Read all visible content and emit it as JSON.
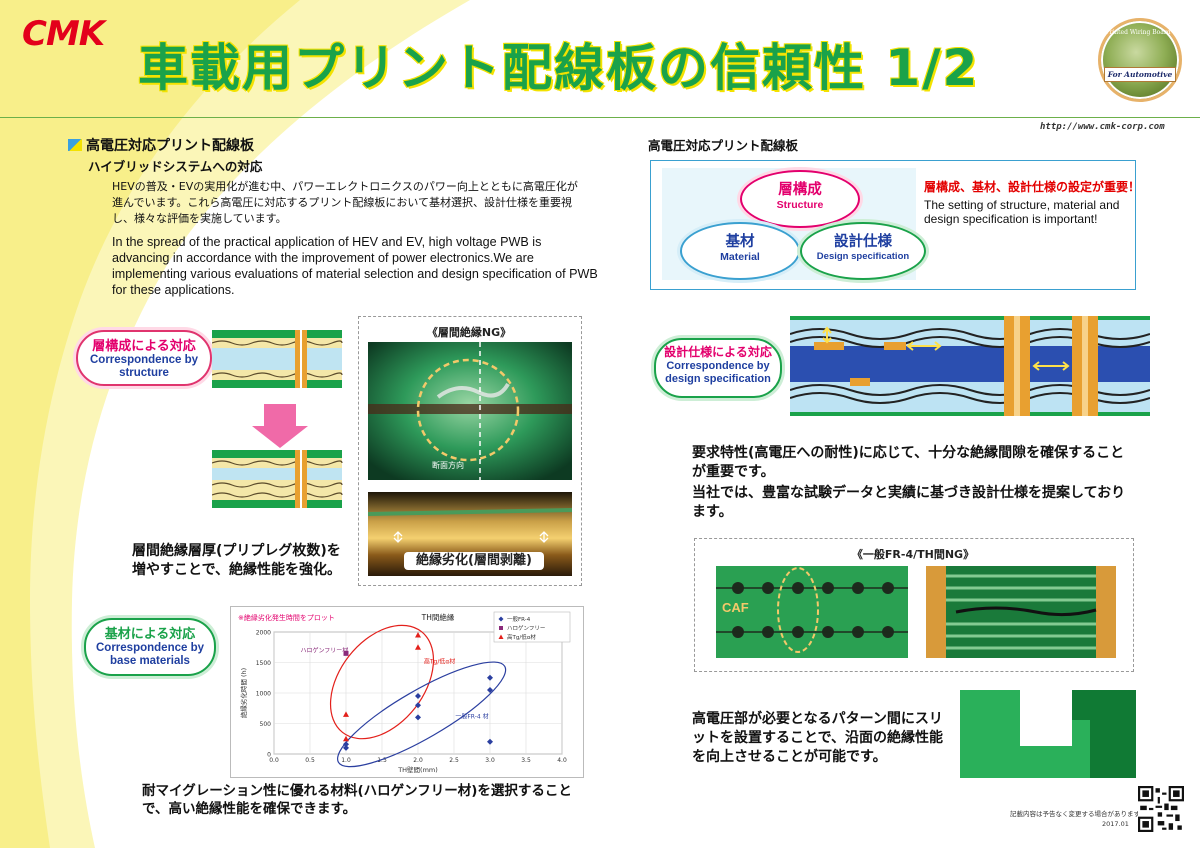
{
  "header": {
    "logo": "CMK",
    "title": "車載用プリント配線板の信頼性 1/2",
    "badge_top": "Printed Wiring Board",
    "badge_band": "For Automotive",
    "url": "http://www.cmk-corp.com"
  },
  "left": {
    "heading": "高電圧対応プリント配線板",
    "subheading": "ハイブリッドシステムへの対応",
    "para_jp": "HEVの普及・EVの実用化が進む中、パワーエレクトロニクスのパワー向上とともに高電圧化が進んでいます。これら高電圧に対応するプリント配線板において基材選択、設計仕様を重要視し、様々な評価を実施しています。",
    "para_en": "In the spread of the practical application of HEV and EV, high voltage PWB is advancing in accordance with the improvement of power electronics.We are implementing various evaluations of material selection and design specification of PWB for these applications.",
    "structure_pill": {
      "jp": "層構成による対応",
      "en": "Correspondence by structure"
    },
    "photo_top_label": "《層間絶縁NG》",
    "photo_caption_small": "断面方向",
    "photo_bottom_label": "絶縁劣化(層間剥離)",
    "structure_text": "層間絶縁層厚(プリプレグ枚数)を増やすことで、絶縁性能を強化。",
    "material_pill": {
      "jp": "基材による対応",
      "en": "Correspondence by base materials"
    },
    "material_text": "耐マイグレーション性に優れる材料(ハロゲンフリー材)を選択することで、高い絶縁性能を確保できます。"
  },
  "chart_data": {
    "type": "scatter",
    "title": "TH間絶縁",
    "note": "※絶縁劣化発生時間をプロット",
    "xlabel": "TH壁間(mm)",
    "ylabel": "絶縁劣化時間 (h)",
    "xlim": [
      0.0,
      4.0
    ],
    "ylim": [
      0,
      2000
    ],
    "xticks": [
      "0.0",
      "0.5",
      "1.0",
      "1.5",
      "2.0",
      "2.5",
      "3.0",
      "3.5",
      "4.0"
    ],
    "yticks": [
      "0",
      "500",
      "1000",
      "1500",
      "2000"
    ],
    "legend_position": "top-right",
    "series": [
      {
        "name": "一般FR-4",
        "color": "#2b3fa0",
        "marker": "diamond",
        "x": [
          1.0,
          1.0,
          2.0,
          2.0,
          2.0,
          3.0,
          3.0,
          3.0
        ],
        "y": [
          100,
          160,
          950,
          800,
          600,
          1250,
          1050,
          200
        ]
      },
      {
        "name": "ハロゲンフリー",
        "color": "#8a2b7a",
        "marker": "square",
        "x": [
          1.0
        ],
        "y": [
          1650
        ]
      },
      {
        "name": "高Tg/低α材",
        "color": "#e3201b",
        "marker": "triangle",
        "x": [
          1.0,
          1.0,
          2.0,
          2.0
        ],
        "y": [
          650,
          250,
          1950,
          1750
        ]
      }
    ],
    "annotations": [
      "ハロゲンフリー材",
      "高Tg/低α材",
      "一般FR-4 材"
    ],
    "grid": true
  },
  "right": {
    "heading": "高電圧対応プリント配線板",
    "oval_structure": {
      "jp": "層構成",
      "en": "Structure"
    },
    "oval_material": {
      "jp": "基材",
      "en": "Material"
    },
    "oval_design": {
      "jp": "設計仕様",
      "en": "Design specification"
    },
    "red_note": "層構成、基材、設計仕様の設定が重要！",
    "en_note": "The setting of structure, material and design specification is important!",
    "design_pill": {
      "jp": "設計仕様による対応",
      "en": "Correspondence by design specification"
    },
    "design_text_1": "要求特性(高電圧への耐性)に応じて、十分な絶縁間隙を確保することが重要です。",
    "design_text_2": "当社では、豊富な試験データと実績に基づき設計仕様を提案しております。",
    "photo_label": "《一般FR-4/TH間NG》",
    "caf_label": "CAF",
    "slit_text": "高電圧部が必要となるパターン間にスリットを設置することで、沿面の絶縁性能を向上させることが可能です。"
  },
  "footer": {
    "note": "記載内容は予告なく変更する場合があります。",
    "date": "2017.01"
  }
}
